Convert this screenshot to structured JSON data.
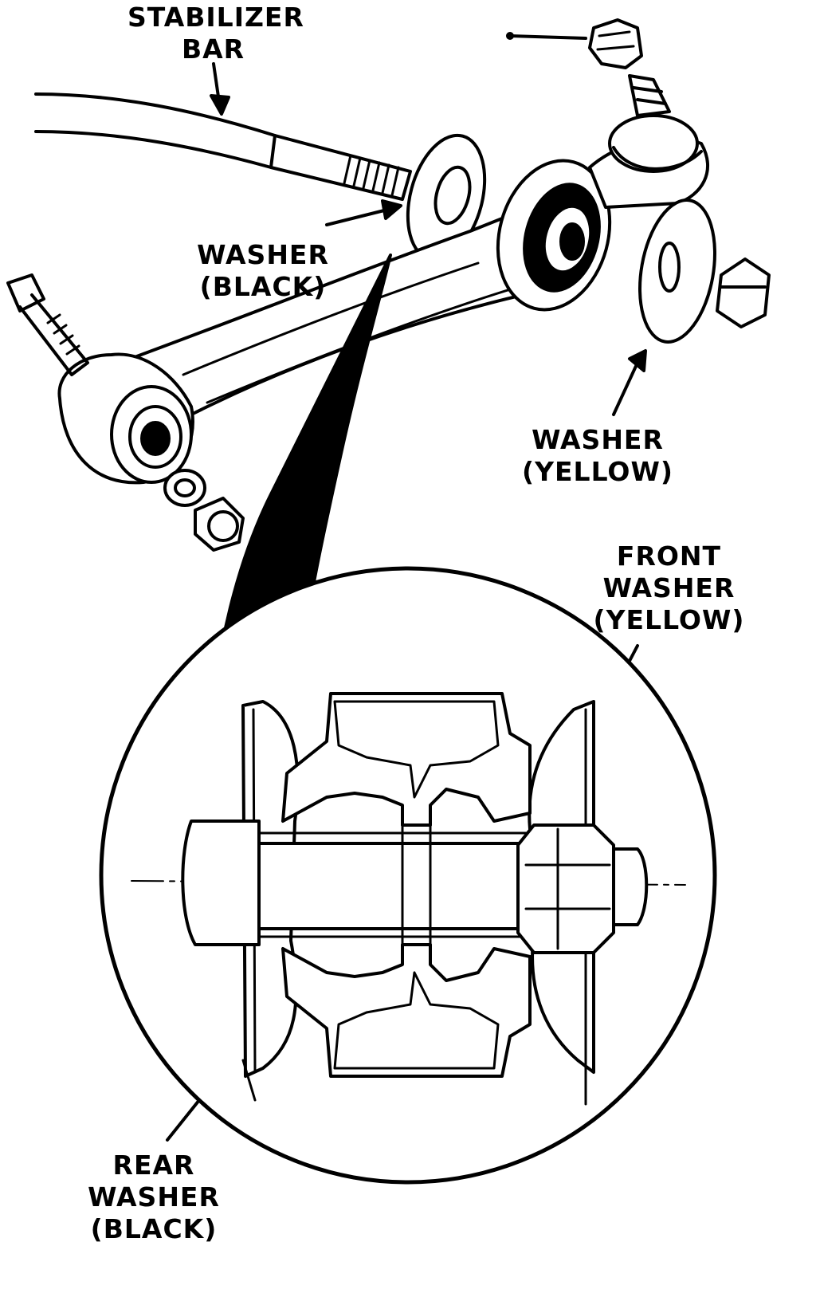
{
  "colors": {
    "ink": "#000000",
    "paper": "#ffffff"
  },
  "labels": {
    "stabilizer_bar": {
      "line1": "STABILIZER",
      "line2": "BAR"
    },
    "washer_black": {
      "line1": "WASHER",
      "line2": "(BLACK)"
    },
    "washer_yellow": {
      "line1": "WASHER",
      "line2": "(YELLOW)"
    },
    "front_washer": {
      "line1": "FRONT",
      "line2": "WASHER",
      "line3": "(YELLOW)"
    },
    "rear_washer": {
      "line1": "REAR",
      "line2": "WASHER",
      "line3": "(BLACK)"
    }
  }
}
